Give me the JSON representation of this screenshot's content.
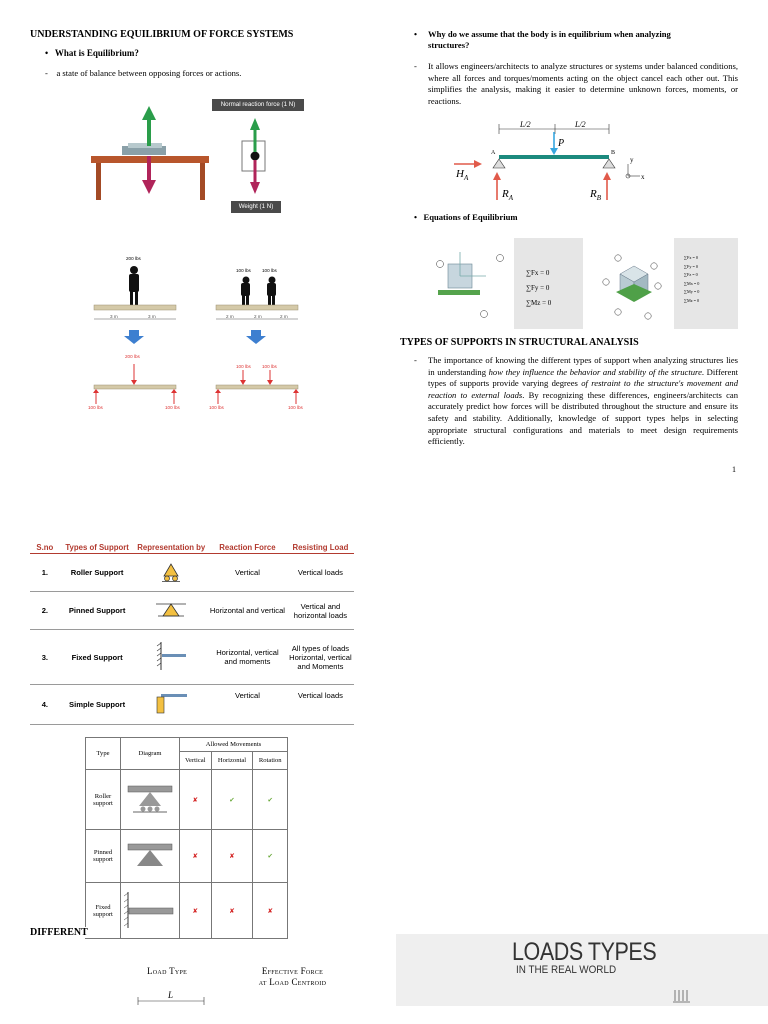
{
  "left": {
    "title": "UNDERSTANDING EQUILIBRIUM OF FORCE SYSTEMS",
    "q1": "What is Equilibrium?",
    "a1": "a state of balance between opposing forces or actions.",
    "normal_label": "Normal reaction force (1 N)",
    "weight_label": "Weight (1 N)",
    "beam1": {
      "load": "200 lbs",
      "dims": [
        "3 m",
        "3 m"
      ],
      "reactions": [
        "100 lbs",
        "100 lbs"
      ],
      "load_red": "200 lbs"
    },
    "beam2": {
      "loads": [
        "100 lbs",
        "100 lbs"
      ],
      "dims": [
        "2 m",
        "2 m",
        "2 m"
      ],
      "reactions": [
        "100 lbs",
        "100 lbs"
      ],
      "loads_red": [
        "100 lbs",
        "100 lbs"
      ]
    }
  },
  "right": {
    "q2": "Why do we assume that the body is in equilibrium when analyzing structures?",
    "a2": "It allows engineers/architects to analyze structures or systems under balanced conditions, where all forces and torques/moments acting on the object cancel each other out. This simplifies the analysis, making it easier to determine unknown forces, moments, or reactions.",
    "beam_labels": {
      "l1": "L/2",
      "l2": "L/2",
      "p": "P",
      "a": "A",
      "b": "B",
      "ha": "H",
      "ha_sub": "A",
      "ra": "R",
      "ra_sub": "A",
      "rb": "R",
      "rb_sub": "B",
      "y": "y",
      "x": "x"
    },
    "eq_title": "Equations of Equilibrium",
    "eq2d": [
      "∑Fx = 0",
      "∑Fy = 0",
      "∑Mz = 0"
    ],
    "eq3d": [
      "∑Fx = 0",
      "∑Fy = 0",
      "∑Fz = 0",
      "∑Mx = 0",
      "∑My = 0",
      "∑Mz = 0"
    ],
    "types_title": "TYPES OF SUPPORTS IN STRUCTURAL ANALYSIS",
    "types_p1": "The importance of knowing the different types of support when analyzing structures lies in understanding ",
    "types_i1": "how they influence the behavior and stability of the structure",
    "types_p2": ". Different types of supports provide varying degrees ",
    "types_i2": "of restraint to the structure's movement and reaction to external loads",
    "types_p3": ". By recognizing these differences, engineers/architects can accurately predict how forces will be distributed throughout the structure and ensure its safety and stability. Additionally, knowledge of support types helps in selecting appropriate structural configurations and materials to meet design requirements efficiently.",
    "page_no": "1"
  },
  "table1": {
    "headers": [
      "S.no",
      "Types of Support",
      "Representation by",
      "Reaction Force",
      "Resisting Load"
    ],
    "rows": [
      {
        "no": "1.",
        "type": "Roller Support",
        "reaction": "Vertical",
        "load": "Vertical loads"
      },
      {
        "no": "2.",
        "type": "Pinned Support",
        "reaction": "Horizontal and vertical",
        "load": "Vertical and horizontal loads"
      },
      {
        "no": "3.",
        "type": "Fixed Support",
        "reaction": "Horizontal, vertical and moments",
        "load": "All types of loads Horizontal, vertical and Moments"
      },
      {
        "no": "4.",
        "type": "Simple Support",
        "reaction": "Vertical",
        "load": "Vertical loads"
      }
    ]
  },
  "table2": {
    "h_type": "Type",
    "h_diagram": "Diagram",
    "h_allowed": "Allowed Movements",
    "h_vertical": "Vertical",
    "h_horizontal": "Horizontal",
    "h_rotation": "Rotation",
    "rows": [
      {
        "type": "Roller support",
        "v": "✘",
        "h": "✔",
        "r": "✔"
      },
      {
        "type": "Pinned support",
        "v": "✘",
        "h": "✘",
        "r": "✔"
      },
      {
        "type": "Fixed support",
        "v": "✘",
        "h": "✘",
        "r": "✘"
      }
    ]
  },
  "bottom": {
    "different": "DIFFERENT",
    "load_type": "Load Type",
    "effective_force": "Effective Force",
    "at_centroid": "at Load Centroid",
    "l": "L",
    "loads_title": "LOADS TYPES",
    "loads_sub": "IN THE REAL WORLD"
  }
}
